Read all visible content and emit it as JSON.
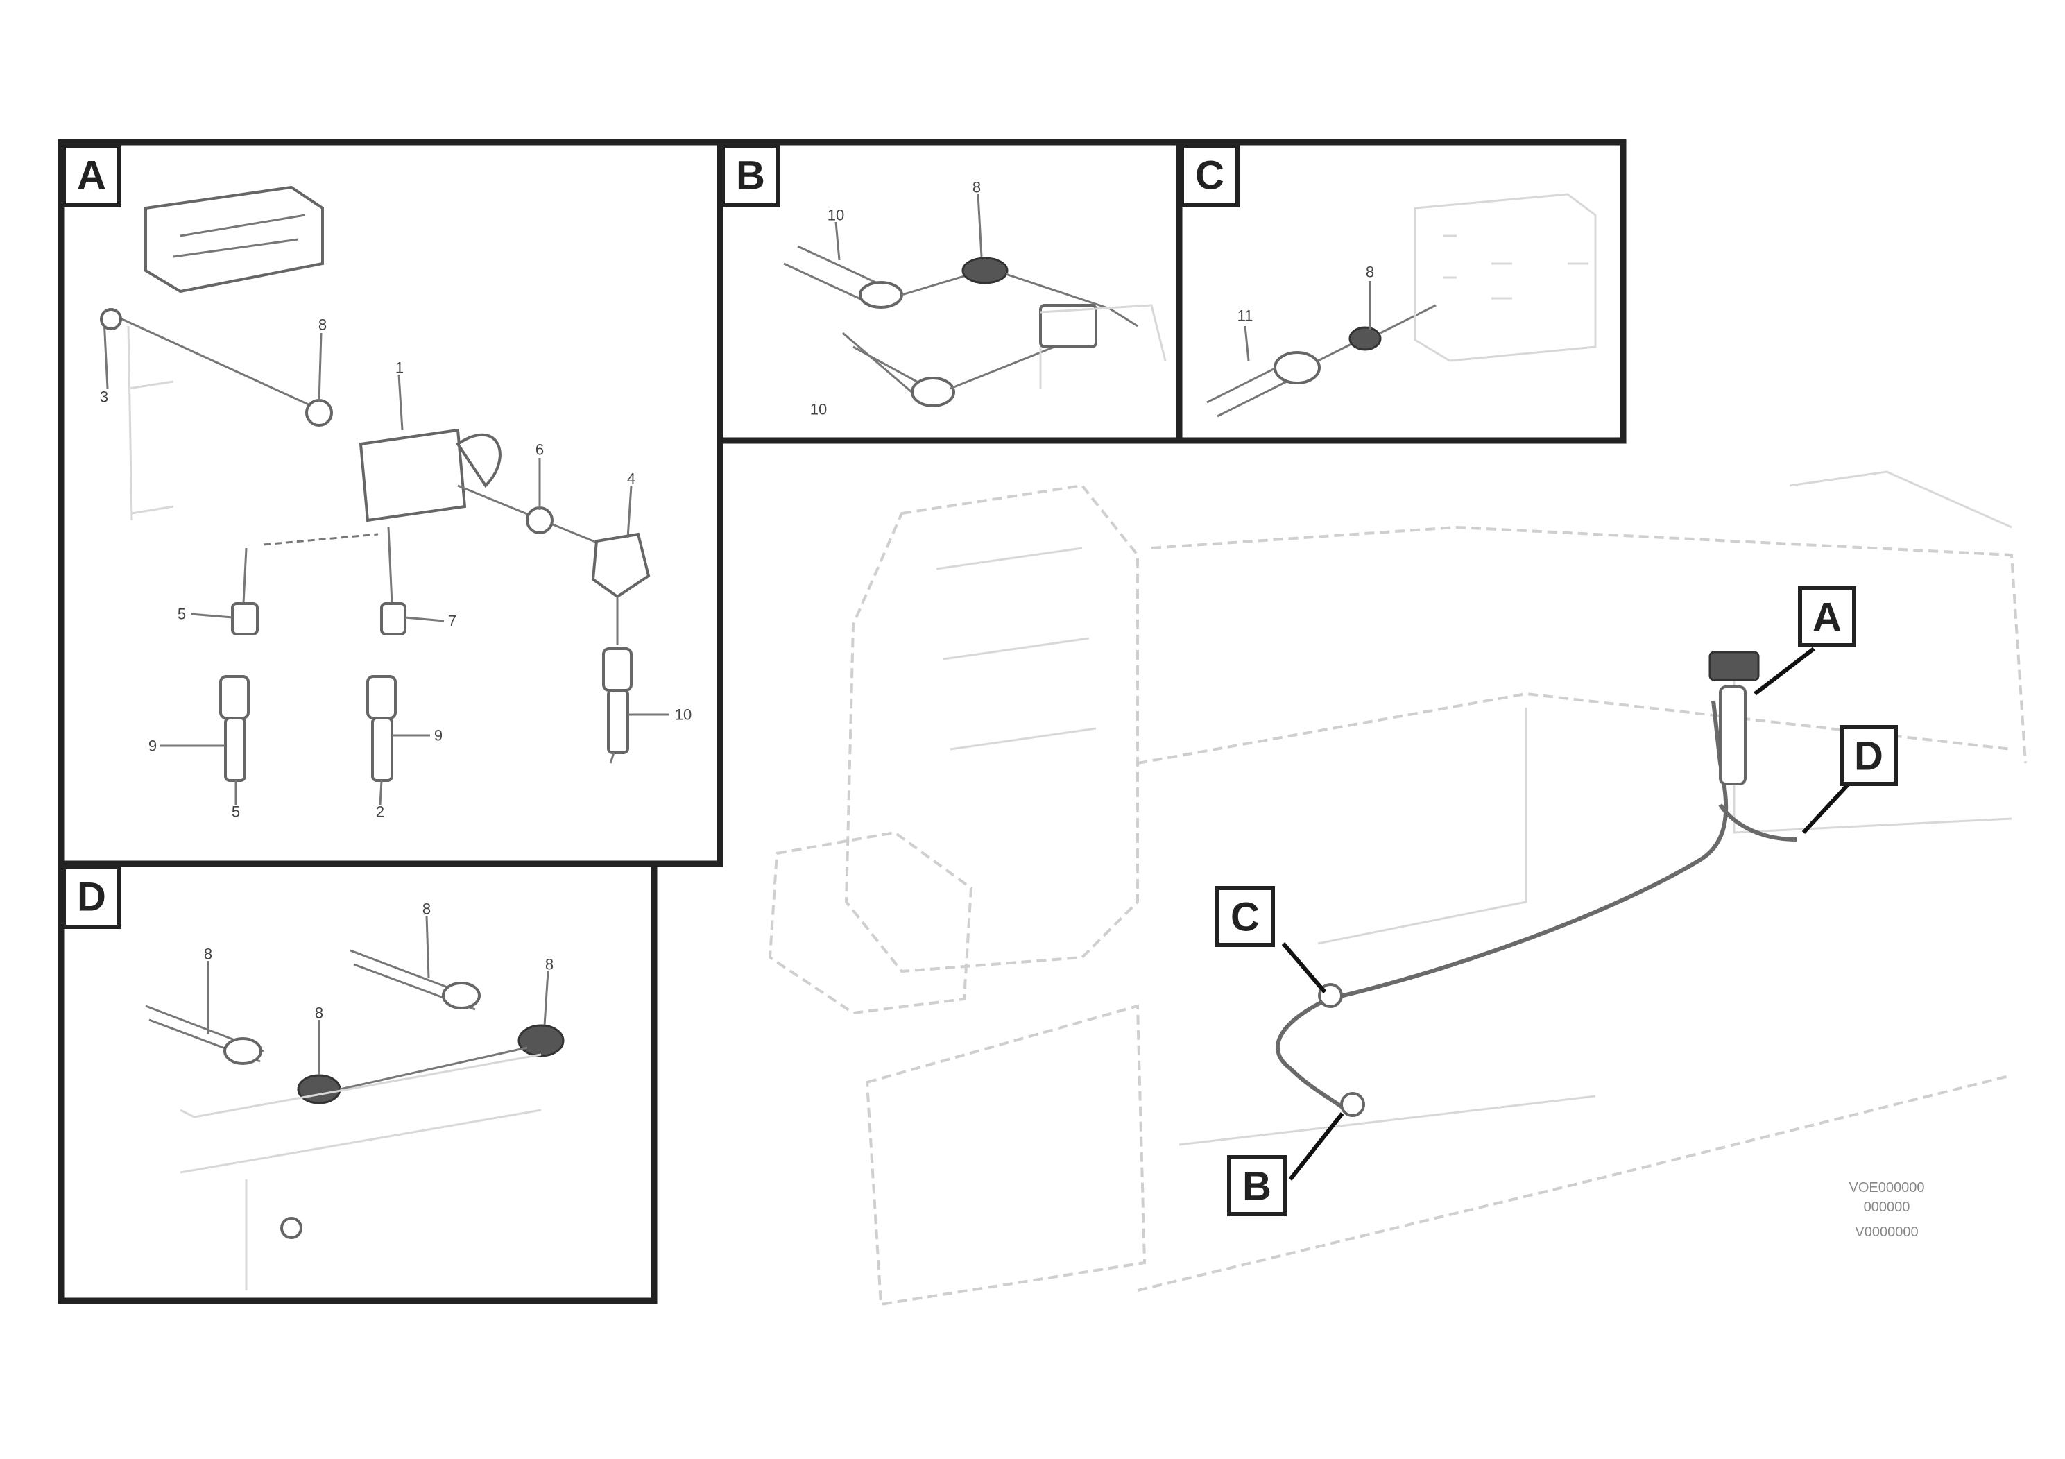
{
  "panels": {
    "A": {
      "label": "A",
      "numbers": [
        "8",
        "1",
        "6",
        "4",
        "5",
        "7",
        "9",
        "9",
        "5",
        "2",
        "3",
        "10"
      ]
    },
    "B": {
      "label": "B",
      "numbers": [
        "10",
        "8",
        "10"
      ]
    },
    "C": {
      "label": "C",
      "numbers": [
        "11",
        "8"
      ]
    },
    "D": {
      "label": "D",
      "numbers": [
        "8",
        "8",
        "8",
        "8"
      ]
    }
  },
  "overview": {
    "callouts": [
      "A",
      "D",
      "C",
      "B"
    ]
  },
  "reference_stamp": [
    "VOE000000",
    "000000",
    "V0000000"
  ]
}
